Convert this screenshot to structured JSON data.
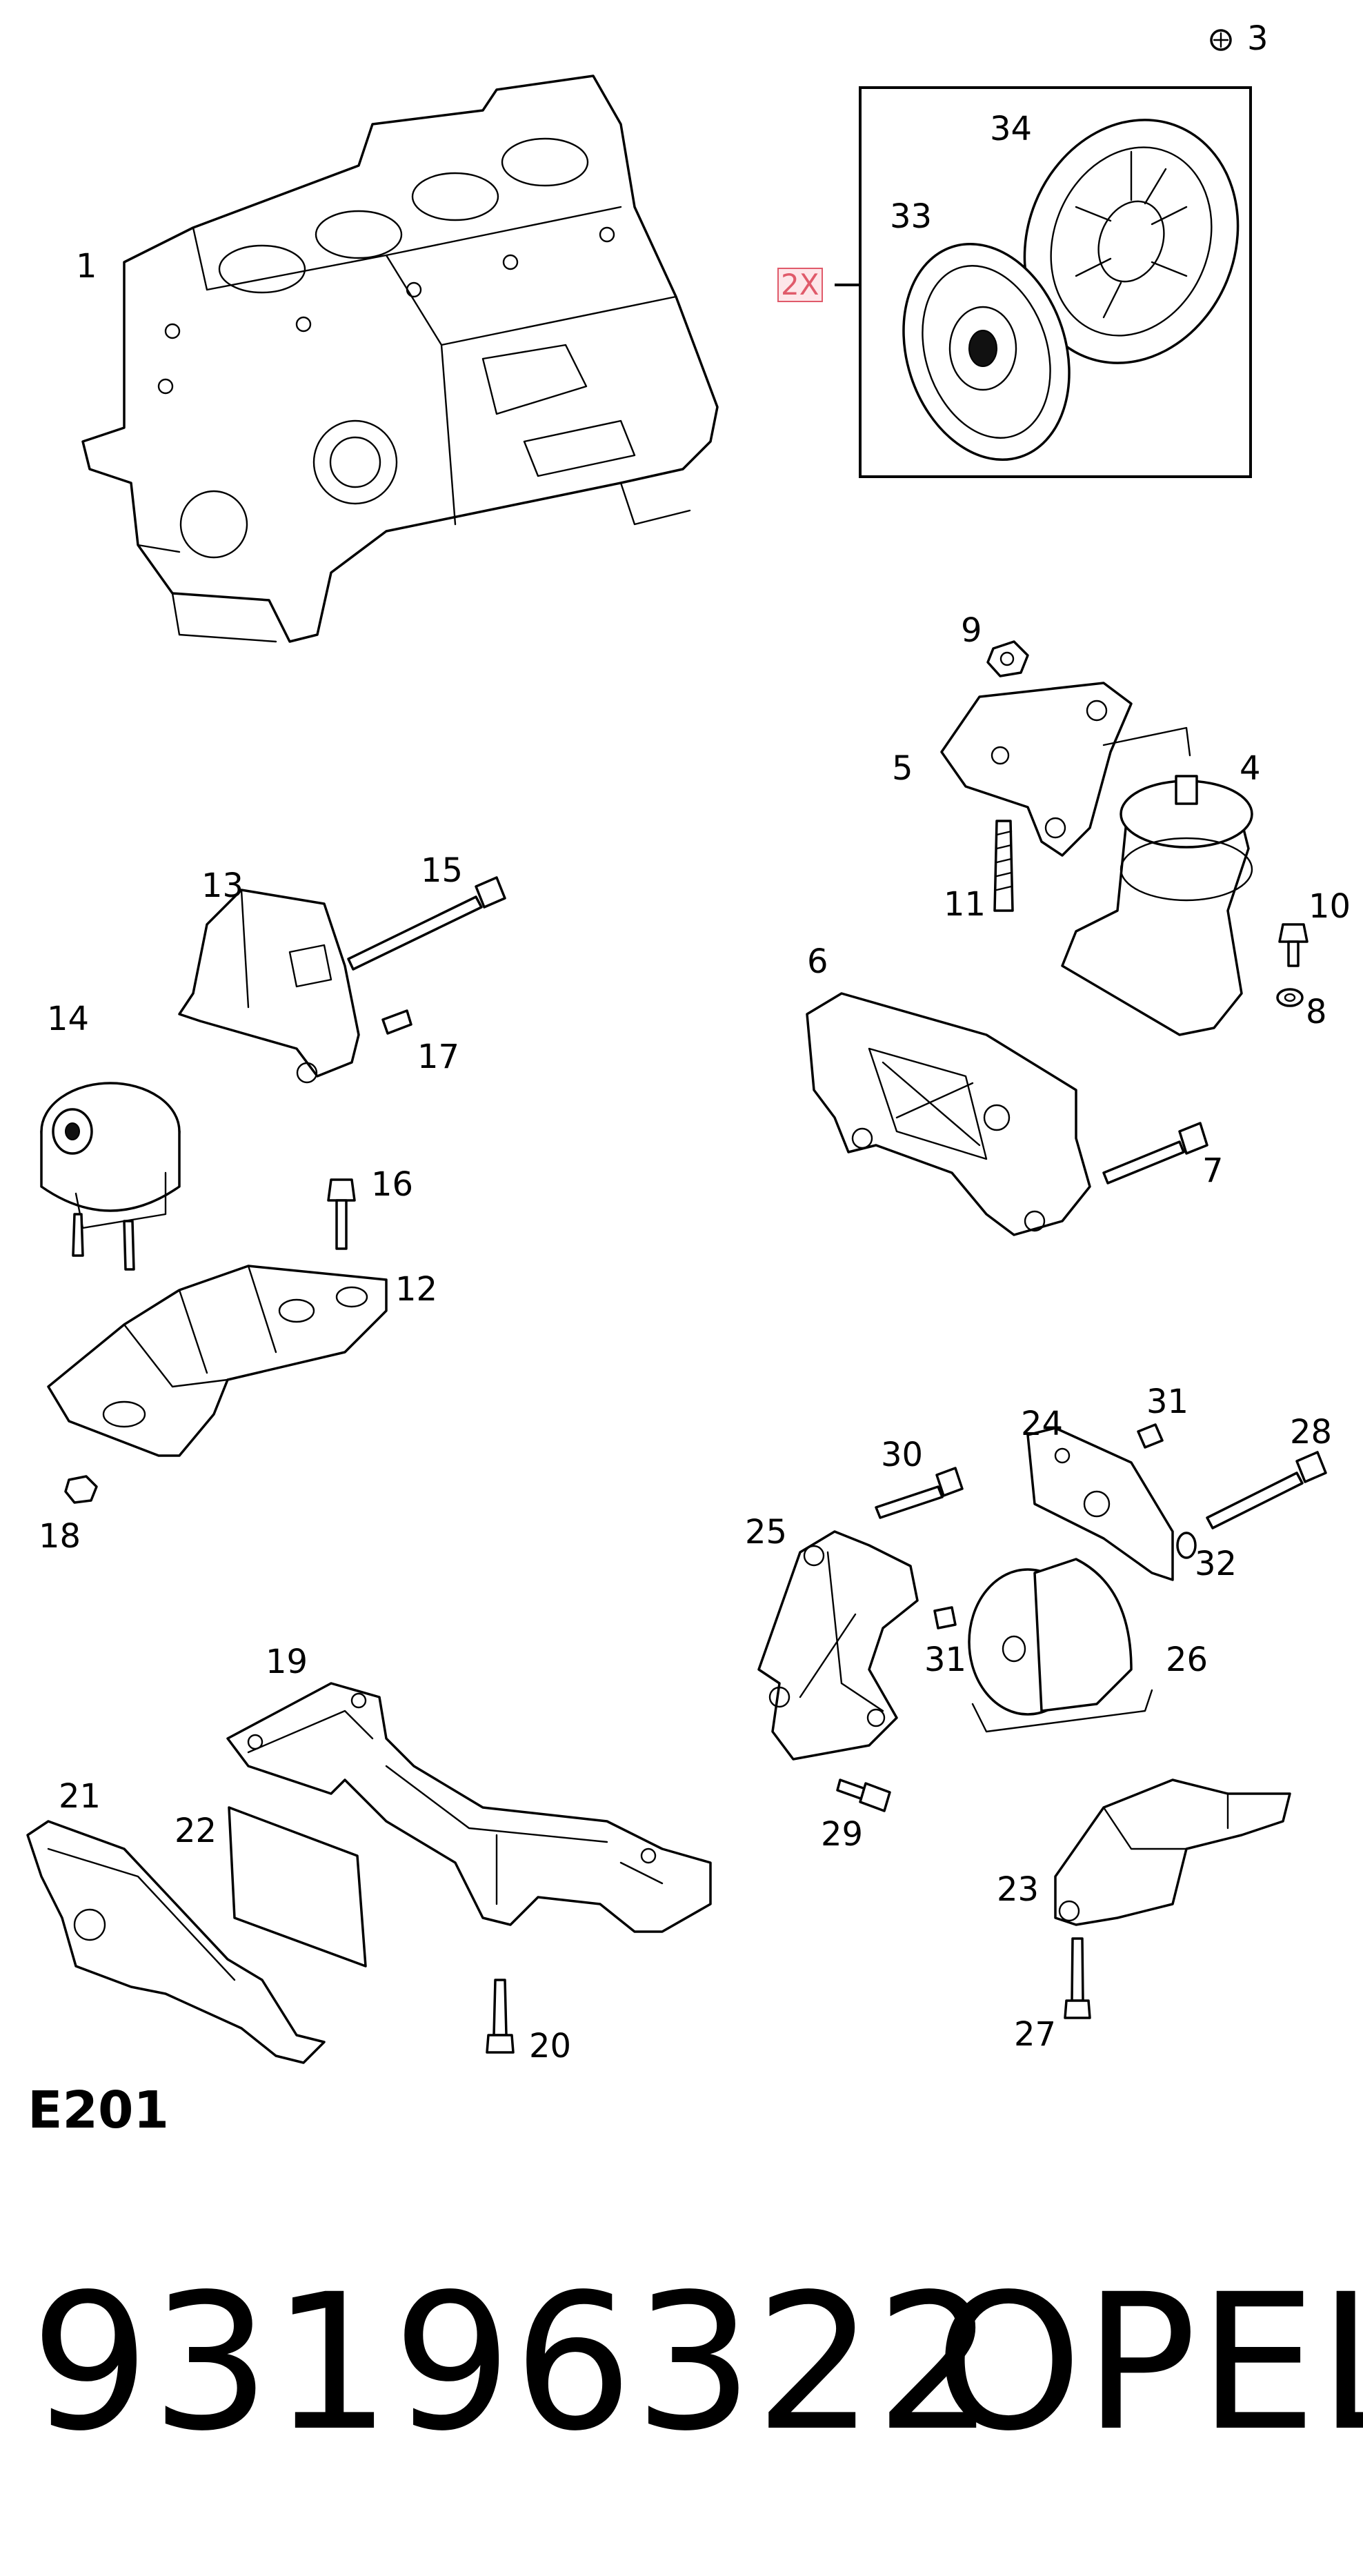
{
  "diagram": {
    "section_code": "E201",
    "part_number": "93196322",
    "brand": "OPEL",
    "multiplier_badge": "2X",
    "badge_colors": {
      "border": "#e05a6a",
      "fill": "#fde6e9"
    },
    "callouts": {
      "c1": "1",
      "c3": "3",
      "c4": "4",
      "c5": "5",
      "c6": "6",
      "c7": "7",
      "c8": "8",
      "c9": "9",
      "c10": "10",
      "c11": "11",
      "c12": "12",
      "c13": "13",
      "c14": "14",
      "c15": "15",
      "c16": "16",
      "c17": "17",
      "c18": "18",
      "c19": "19",
      "c20": "20",
      "c21": "21",
      "c22": "22",
      "c23": "23",
      "c24": "24",
      "c25": "25",
      "c26": "26",
      "c27": "27",
      "c28": "28",
      "c29": "29",
      "c30": "30",
      "c31a": "31",
      "c31b": "31",
      "c32": "32",
      "c33": "33",
      "c34": "34"
    }
  }
}
